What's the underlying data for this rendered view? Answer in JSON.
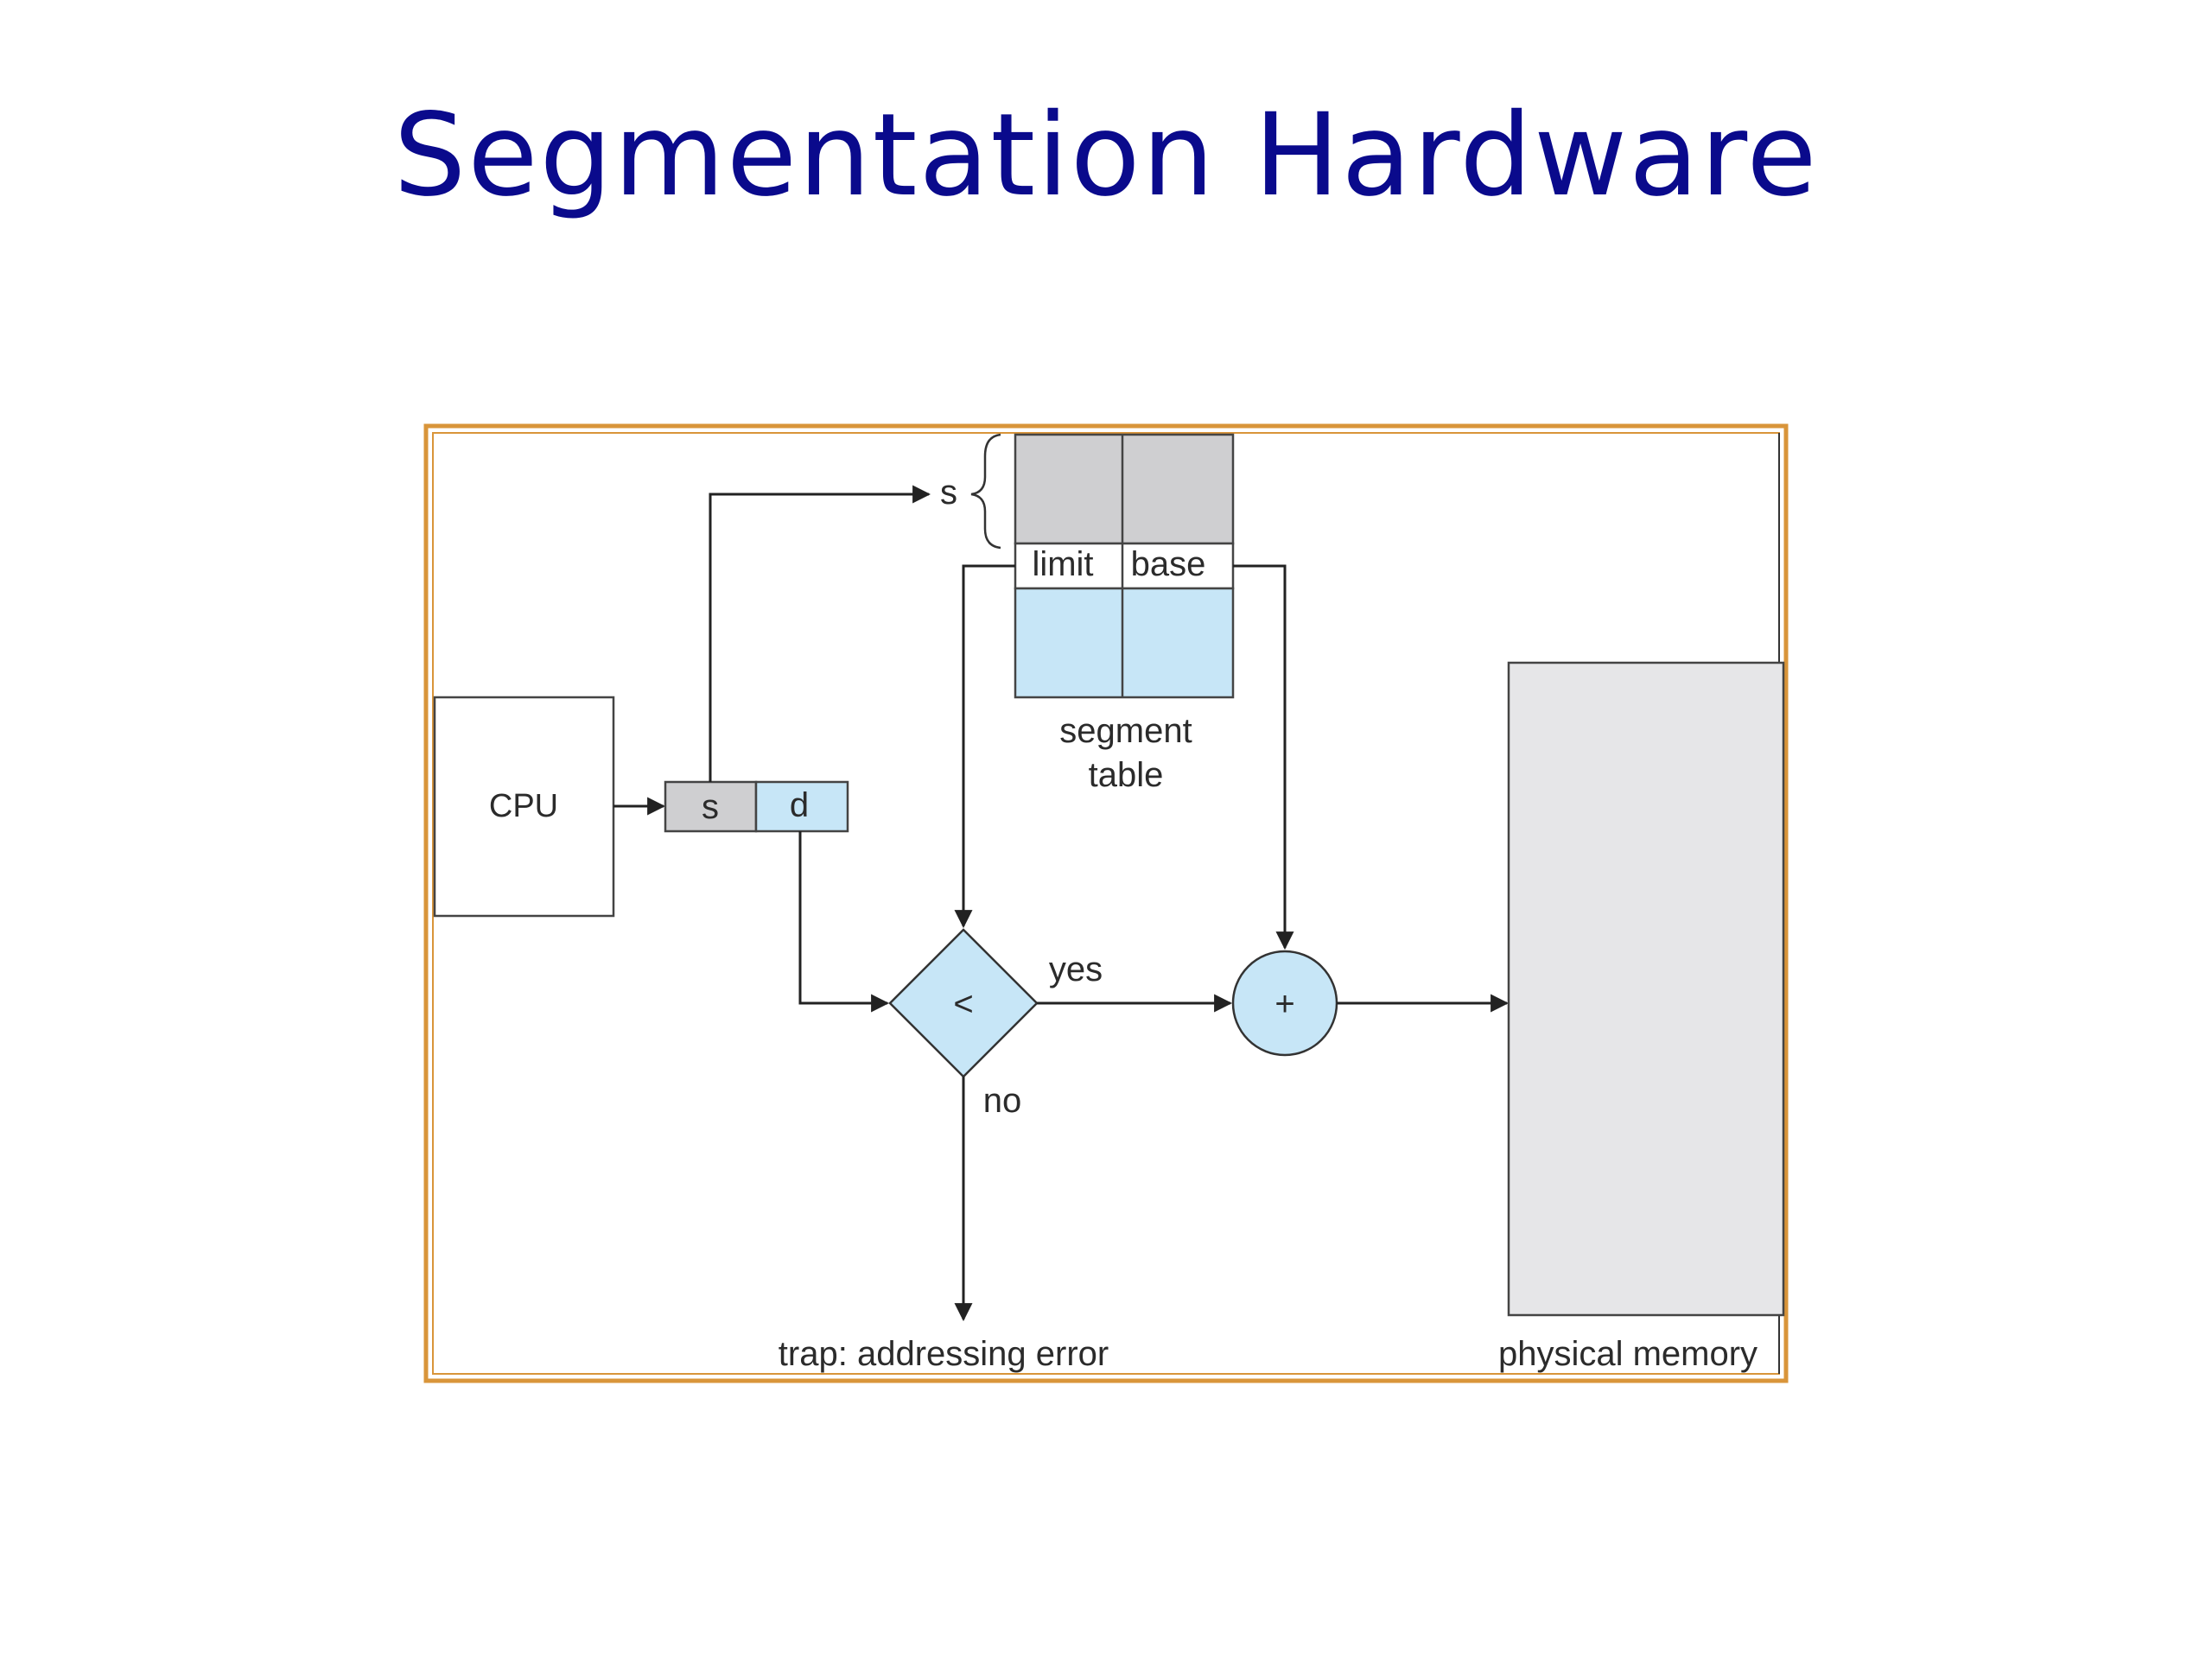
{
  "slide": {
    "title": "Segmentation Hardware"
  },
  "diagram": {
    "cpu_label": "CPU",
    "address_s_label": "s",
    "address_d_label": "d",
    "segment_index_label": "s",
    "limit_label": "limit",
    "base_label": "base",
    "segment_table_label_line1": "segment",
    "segment_table_label_line2": "table",
    "compare_label": "<",
    "adder_label": "+",
    "yes_label": "yes",
    "no_label": "no",
    "trap_label": "trap: addressing error",
    "physical_memory_label": "physical memory",
    "colors": {
      "frame_border": "#d9953a",
      "title": "#0a0a8c",
      "light_blue": "#c7e6f7",
      "gray_fill": "#cfcfd1",
      "memory_fill": "#e6e6e8",
      "line": "#222222"
    }
  }
}
